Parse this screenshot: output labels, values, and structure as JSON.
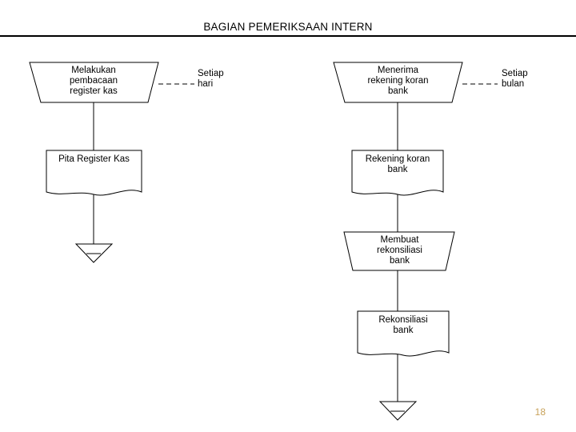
{
  "page": {
    "title": "BAGIAN PEMERIKSAAN INTERN",
    "page_number": "18",
    "page_number_color": "#c8a25a",
    "line_color": "#000000",
    "background": "#ffffff"
  },
  "nodes": [
    {
      "id": "melakukan-pembacaan-register-kas",
      "shape": "trapezoid-manual-operation",
      "text": "Melakukan\npembacaan\nregister kas"
    },
    {
      "id": "setiap-hari",
      "shape": "annotation-text",
      "text": "Setiap\nhari"
    },
    {
      "id": "pita-register-kas",
      "shape": "document",
      "text": "Pita Register Kas"
    },
    {
      "id": "connector-left",
      "shape": "triangle-connector",
      "text": ""
    },
    {
      "id": "menerima-rekening-koran-bank",
      "shape": "trapezoid-manual-operation",
      "text": "Menerima\nrekening koran\nbank"
    },
    {
      "id": "setiap-bulan",
      "shape": "annotation-text",
      "text": "Setiap\nbulan"
    },
    {
      "id": "rekening-koran-bank",
      "shape": "document",
      "text": "Rekening koran\nbank"
    },
    {
      "id": "membuat-rekonsiliasi-bank",
      "shape": "trapezoid-manual-operation",
      "text": "Membuat\nrekonsiliasi\nbank"
    },
    {
      "id": "rekonsiliasi-bank",
      "shape": "document",
      "text": "Rekonsiliasi\nbank"
    },
    {
      "id": "connector-right",
      "shape": "triangle-connector",
      "text": ""
    }
  ],
  "connectors": [
    {
      "id": "dashed-setiap-hari",
      "style": "dashed",
      "from": "melakukan-pembacaan-register-kas",
      "to": "setiap-hari"
    },
    {
      "id": "dashed-setiap-bulan",
      "style": "dashed",
      "from": "menerima-rekening-koran-bank",
      "to": "setiap-bulan"
    },
    {
      "id": "flow-left-vertical",
      "style": "solid",
      "from": "melakukan-pembacaan-register-kas",
      "to": "connector-left"
    },
    {
      "id": "flow-right-vertical",
      "style": "solid",
      "from": "menerima-rekening-koran-bank",
      "to": "connector-right"
    }
  ]
}
